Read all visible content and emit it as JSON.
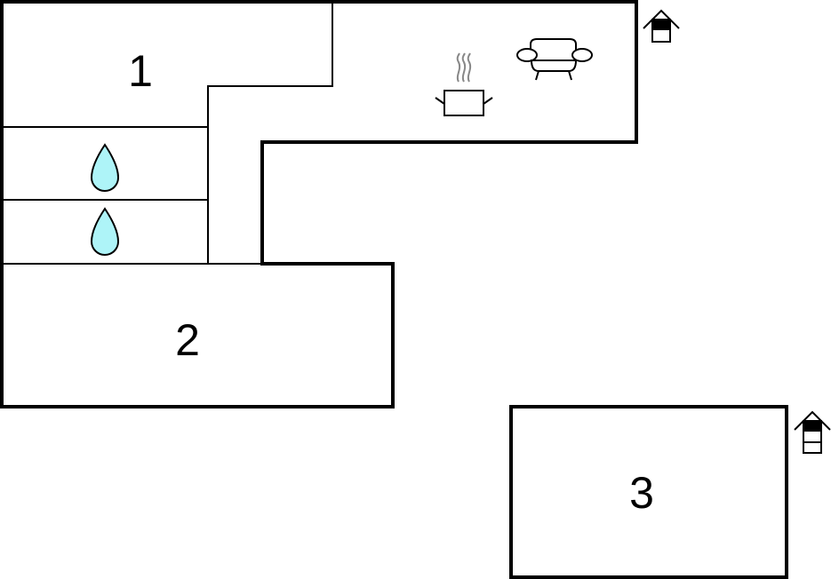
{
  "rooms": [
    {
      "id": "room-1",
      "label": "1"
    },
    {
      "id": "room-2",
      "label": "2"
    },
    {
      "id": "room-3",
      "label": "3"
    }
  ],
  "icons": {
    "bathroom": "water-drop-icon",
    "kitchen": "cooking-pot-icon",
    "living": "sofa-icon",
    "level": "house-floor-icon"
  },
  "colors": {
    "wall": "#000000",
    "water": "#aef4f8",
    "steam": "#888888",
    "background": "#ffffff"
  }
}
